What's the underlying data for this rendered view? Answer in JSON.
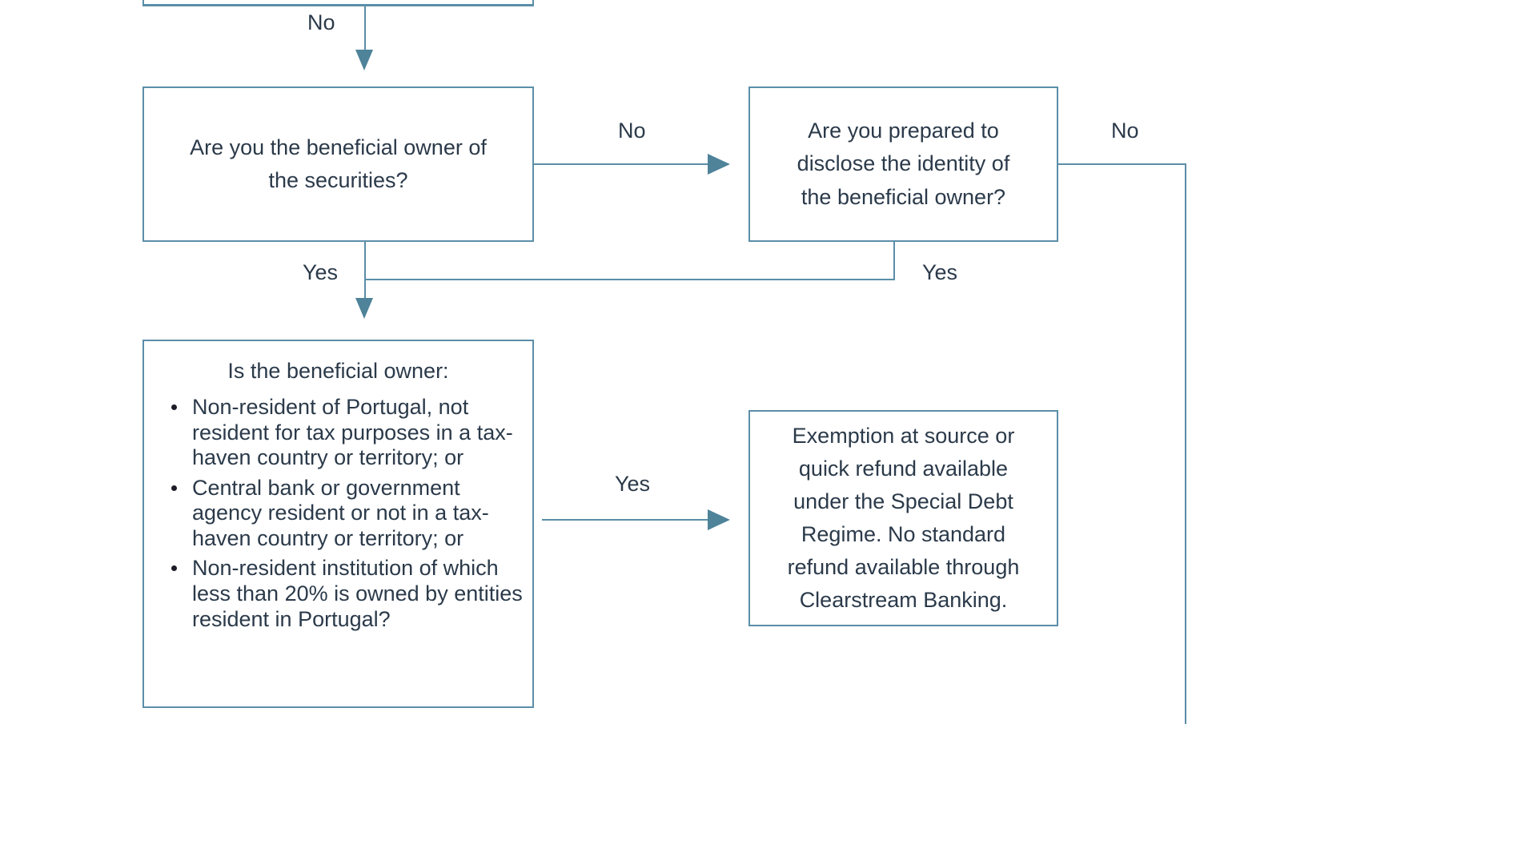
{
  "diagram": {
    "title": "Portugal debt securities withholding tax decision flowchart",
    "colors": {
      "line": "#5b8ea8",
      "arrow": "#4e8399",
      "text": "#2b3a4a",
      "background": "#ffffff",
      "bullet": "#1c1c28"
    },
    "nodes": {
      "top_partial": {
        "text": ""
      },
      "beneficial_owner_question": {
        "text": "Are you the beneficial owner of\nthe securities?"
      },
      "disclose_identity_question": {
        "text": "Are you prepared to\ndisclose the identity of\nthe beneficial owner?"
      },
      "owner_criteria": {
        "title": "Is the beneficial owner:",
        "bullets": [
          "Non-resident of Portugal, not resident for tax purposes in a tax-haven country or territory; or",
          "Central bank or government agency resident or not in a tax-haven country or territory; or",
          "Non-resident institution of which less than 20% is owned by entities resident in Portugal?"
        ]
      },
      "exemption_outcome": {
        "text": "Exemption at source or\nquick refund available\nunder the Special Debt\nRegime. No standard\nrefund available through\nClearstream Banking."
      }
    },
    "edge_labels": {
      "top_no": "No",
      "owner_no": "No",
      "disclose_no": "No",
      "owner_yes": "Yes",
      "disclose_yes": "Yes",
      "criteria_yes": "Yes"
    }
  }
}
